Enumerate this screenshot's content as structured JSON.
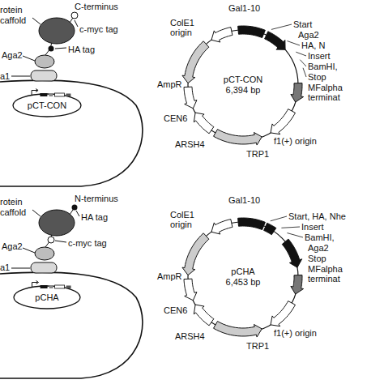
{
  "diagram": {
    "nodes": [
      {
        "text": [
          "pCT-CON"
        ]
      },
      {
        "text": [
          "pCT-CON",
          "6,394 bp"
        ]
      },
      {
        "text": [
          "pCHA"
        ]
      },
      {
        "text": [
          "pCHA",
          "6,453 bp"
        ]
      }
    ],
    "labels": [
      "rotein",
      "caffold",
      "C-terminus",
      "c-myc tag",
      "Aga2",
      "HA tag",
      "a1",
      "ColE1 origin",
      "Gal1-10",
      "Start",
      "Aga2",
      "HA, N",
      "Insert",
      "BamHI,",
      "Stop",
      "MFalpha terminat",
      "f1(+) origin",
      "TRP1",
      "ARSH4",
      "CEN6",
      "AmpR",
      "rotein",
      "caffold",
      "N-terminus",
      "HA tag",
      "Aga2",
      "c-myc tag",
      "a1",
      "ColE1 origin",
      "Gal1-10",
      "Start, HA, Nhe",
      "Insert",
      "BamHI,",
      "Aga2",
      "Stop",
      "MFalpha terminat",
      "f1(+) origin",
      "TRP1",
      "ARSH4",
      "CEN6",
      "AmpR"
    ]
  }
}
